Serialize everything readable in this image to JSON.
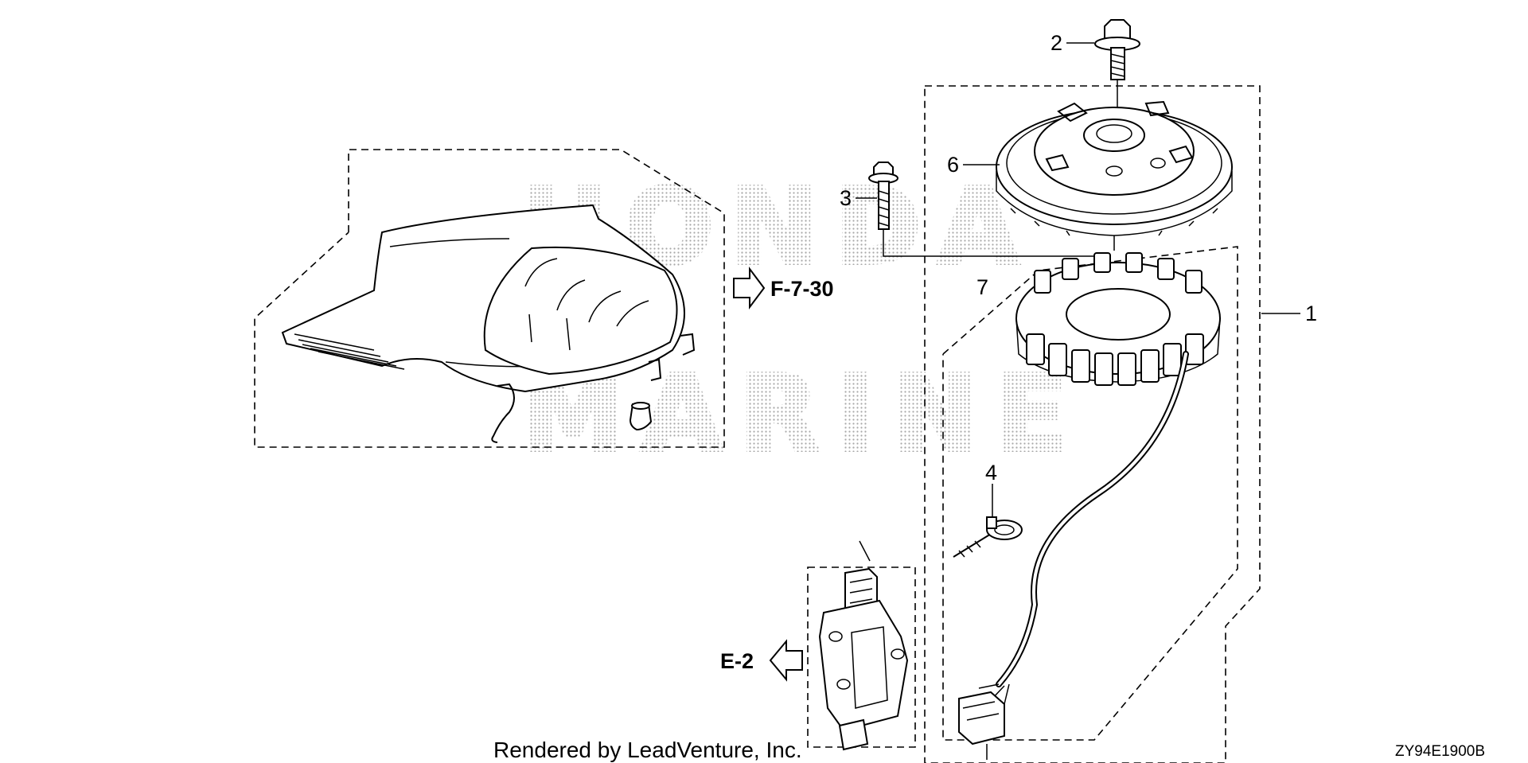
{
  "callouts": {
    "c1": "1",
    "c2": "2",
    "c3": "3",
    "c4": "4",
    "c6": "6",
    "c7": "7"
  },
  "references": {
    "fan_cover": "F-7-30",
    "regulator": "E-2"
  },
  "watermark": {
    "line1": "HONDA",
    "line2": "MARINE"
  },
  "footer": {
    "credit": "Rendered by LeadVenture, Inc.",
    "diagram_code": "ZY94E1900B"
  }
}
